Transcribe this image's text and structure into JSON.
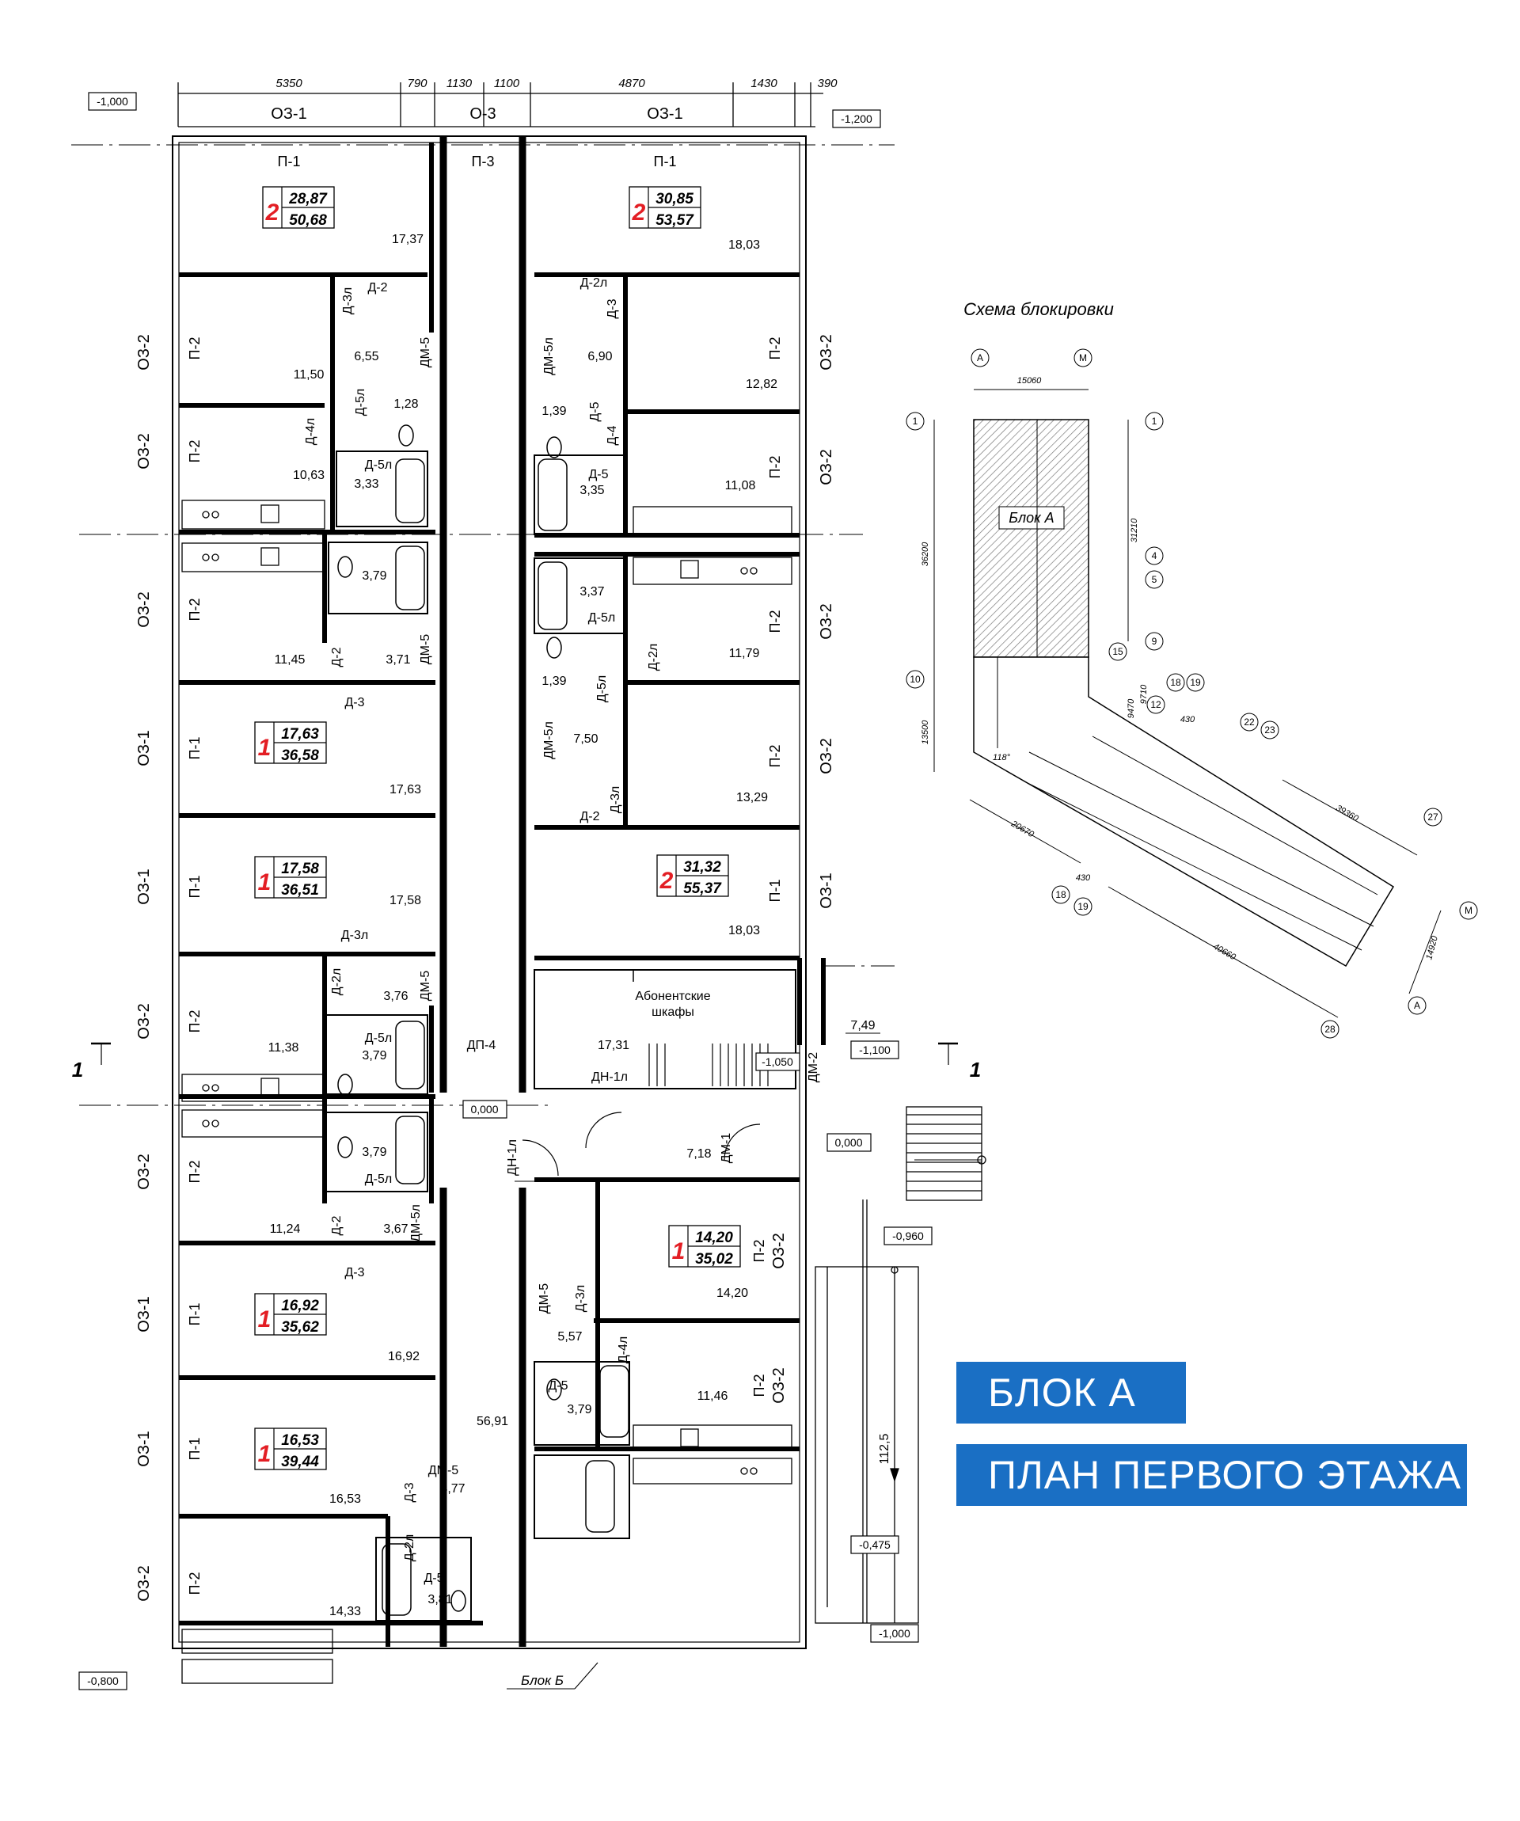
{
  "dimensions_top": [
    "5350",
    "790",
    "1130",
    "1100",
    "4870",
    "1430",
    "390"
  ],
  "window_codes_top": [
    "ОЗ-1",
    "О-3",
    "ОЗ-1"
  ],
  "panel_codes_top": [
    "П-1",
    "П-3",
    "П-1"
  ],
  "levels": {
    "top_left": "-1,000",
    "top_right": "-1,200",
    "entrance": "-1,050",
    "porch": "-1,100",
    "floor_a": "0,000",
    "floor_b": "0,000",
    "ramp_top": "-0,960",
    "ramp_bottom": "-0,475",
    "bottom_right": "-1,000",
    "bottom_left": "-0,800"
  },
  "section_marks": {
    "left": "1",
    "right": "1"
  },
  "left_window_codes": [
    "ОЗ-2",
    "ОЗ-2",
    "ОЗ-2",
    "ОЗ-1",
    "ОЗ-1",
    "ОЗ-2",
    "ОЗ-2",
    "ОЗ-1",
    "ОЗ-1",
    "ОЗ-2"
  ],
  "right_window_codes": [
    "ОЗ-2",
    "ОЗ-2",
    "ОЗ-2",
    "ОЗ-2",
    "ОЗ-1",
    "ОЗ-2",
    "ОЗ-2"
  ],
  "apartments": [
    {
      "rooms": "2",
      "living": "28,87",
      "total": "50,68",
      "color": "#e31e24"
    },
    {
      "rooms": "2",
      "living": "30,85",
      "total": "53,57",
      "color": "#e31e24"
    },
    {
      "rooms": "1",
      "living": "17,63",
      "total": "36,58",
      "color": "#e31e24"
    },
    {
      "rooms": "2",
      "living": "31,32",
      "total": "55,37",
      "color": "#e31e24"
    },
    {
      "rooms": "1",
      "living": "17,58",
      "total": "36,51",
      "color": "#e31e24"
    },
    {
      "rooms": "1",
      "living": "14,20",
      "total": "35,02",
      "color": "#e31e24"
    },
    {
      "rooms": "1",
      "living": "16,92",
      "total": "35,62",
      "color": "#e31e24"
    },
    {
      "rooms": "1",
      "living": "16,53",
      "total": "39,44",
      "color": "#e31e24"
    }
  ],
  "room_areas_left": [
    "17,37",
    "6,55",
    "11,50",
    "1,28",
    "10,63",
    "3,33",
    "3,79",
    "11,45",
    "3,71",
    "17,63",
    "17,58",
    "3,76",
    "11,38",
    "3,79",
    "3,79",
    "11,24",
    "3,67",
    "16,92",
    "16,53",
    "4,77",
    "3,81",
    "14,33"
  ],
  "room_areas_right": [
    "18,03",
    "6,90",
    "12,82",
    "1,39",
    "3,35",
    "11,08",
    "3,37",
    "11,79",
    "1,39",
    "7,50",
    "13,29",
    "18,03",
    "17,31",
    "7,18",
    "14,20",
    "5,57",
    "11,46",
    "3,79",
    "7,49",
    "56,91"
  ],
  "panel_labels_left": [
    "П-2",
    "П-2",
    "П-2",
    "П-1",
    "П-1",
    "П-2",
    "П-2",
    "П-1",
    "П-1",
    "П-2"
  ],
  "panel_labels_right": [
    "П-2",
    "П-2",
    "П-2",
    "П-2",
    "П-1",
    "П-2",
    "П-2"
  ],
  "door_labels": [
    "Д-3л",
    "Д-2",
    "ДМ-5",
    "Д-4л",
    "Д-5л",
    "Д-5л",
    "Д-2",
    "Д-3",
    "ДМ-5",
    "Д-3л",
    "Д-2л",
    "ДМ-5",
    "Д-5л",
    "Д-5л",
    "Д-2",
    "Д-3",
    "ДМ-5л",
    "Д-3",
    "Д-2л",
    "ДМ-5",
    "Д-5",
    "Д-2л",
    "Д-3",
    "ДМ-5л",
    "Д-5",
    "Д-4",
    "Д-5",
    "Д-5л",
    "Д-2л",
    "Д-5л",
    "ДМ-5л",
    "Д-3л",
    "Д-2",
    "ДП-4",
    "ДН-1л",
    "ДН-1л",
    "ДМ-1",
    "ДМ-2",
    "ДМ-5",
    "Д-3л",
    "Д-4л",
    "Д-5"
  ],
  "subscriber_boxes": [
    "Абонентские",
    "шкафы"
  ],
  "block_b_label": "Блок Б",
  "stair_length": "112,5",
  "schema": {
    "title": "Схема блокировки",
    "block_label": "Блок А",
    "axis_letters": [
      "А",
      "М"
    ],
    "axis_numbers": [
      "1",
      "1",
      "4",
      "5",
      "9",
      "10",
      "15",
      "18",
      "19",
      "12",
      "22",
      "23",
      "27",
      "18",
      "19",
      "28",
      "М",
      "А"
    ],
    "dims": [
      "15060",
      "36200",
      "31210",
      "13500",
      "9710",
      "9470",
      "430",
      "20670",
      "430",
      "39360",
      "40660",
      "14920",
      "118°"
    ]
  },
  "banners": {
    "block": "БЛОК А",
    "plan": "ПЛАН ПЕРВОГО ЭТАЖА"
  }
}
